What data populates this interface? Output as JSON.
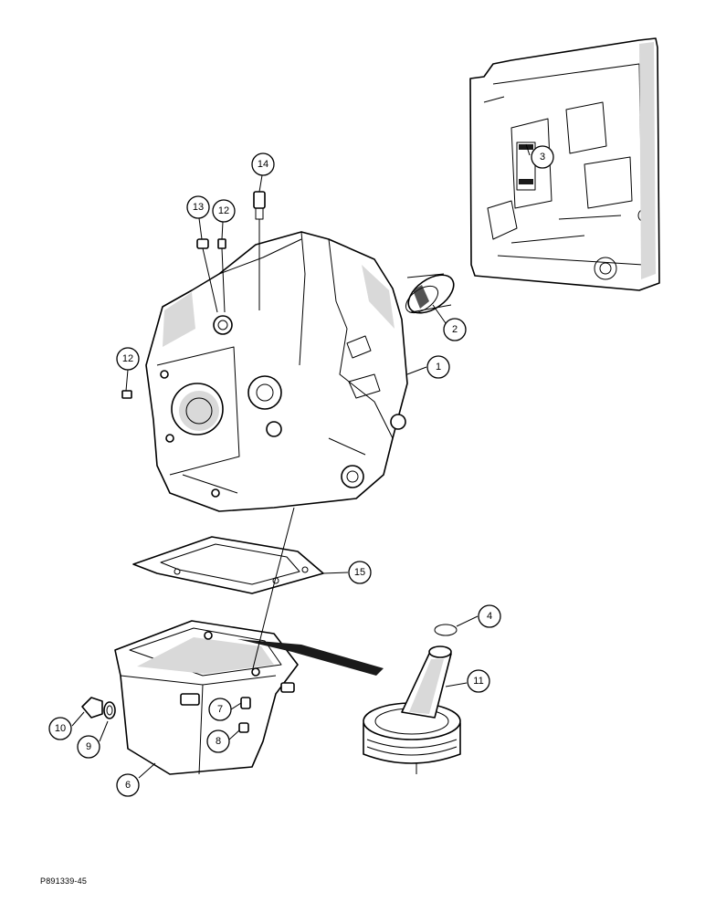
{
  "figure_id": "P891339-45",
  "callouts": [
    {
      "id": "c1",
      "label": "1"
    },
    {
      "id": "c2",
      "label": "2"
    },
    {
      "id": "c3",
      "label": "3"
    },
    {
      "id": "c4",
      "label": "4"
    },
    {
      "id": "c6",
      "label": "6"
    },
    {
      "id": "c7",
      "label": "7"
    },
    {
      "id": "c8",
      "label": "8"
    },
    {
      "id": "c9",
      "label": "9"
    },
    {
      "id": "c10",
      "label": "10"
    },
    {
      "id": "c11",
      "label": "11"
    },
    {
      "id": "c12a",
      "label": "12"
    },
    {
      "id": "c12b",
      "label": "12"
    },
    {
      "id": "c13",
      "label": "13"
    },
    {
      "id": "c14",
      "label": "14"
    },
    {
      "id": "c15",
      "label": "15"
    }
  ]
}
